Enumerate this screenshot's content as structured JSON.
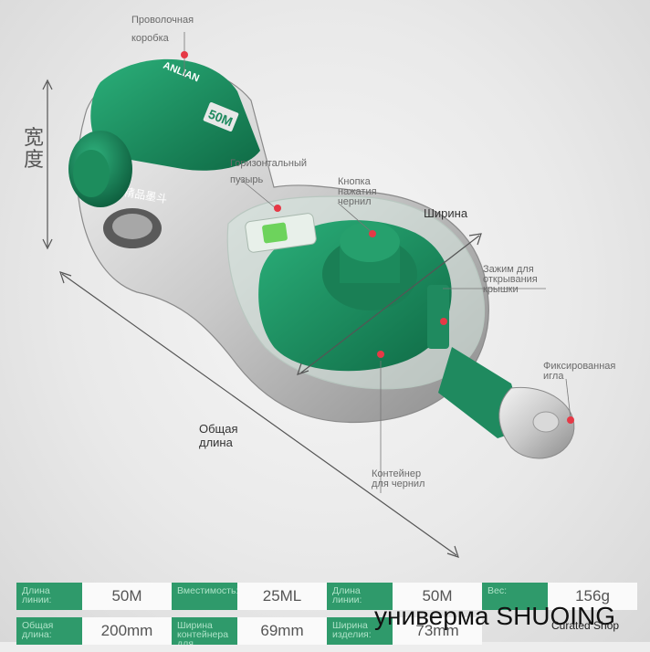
{
  "labels": {
    "wire_box": "Проволочная коробка",
    "vertical_width": "宽度",
    "bubble_level": "Горизонтальный пузырь",
    "ink_button": "Кнопка нажатия чернил",
    "width": "Ширина",
    "cover_clamp": "Зажим для открывания крышки",
    "fixing_needle": "Фиксированная игла",
    "total_length": "Общая длина",
    "ink_container": "Контейнер для чернил"
  },
  "product_print": {
    "brand": "ANLIAN",
    "capacity": "50M",
    "side_text": "精品墨斗"
  },
  "specs": [
    [
      {
        "key": "Длина линии:",
        "value": "50M"
      },
      {
        "key": "Вместимость:",
        "value": "25ML"
      },
      {
        "key": "Длина линии:",
        "value": "50M"
      },
      {
        "key": "Вес:",
        "value": "156g"
      }
    ],
    [
      {
        "key": "Общая длина:",
        "value": "200mm"
      },
      {
        "key": "Ширина контейнера для",
        "value": "69mm"
      },
      {
        "key": "Ширина изделия:",
        "value": "73mm"
      }
    ]
  ],
  "shop": {
    "name": "универма SHUOING",
    "tagline": "Curated Shop"
  },
  "colors": {
    "accent_green": "#1f8a5f",
    "dark_green": "#136b47",
    "marker_red": "#e63946"
  }
}
